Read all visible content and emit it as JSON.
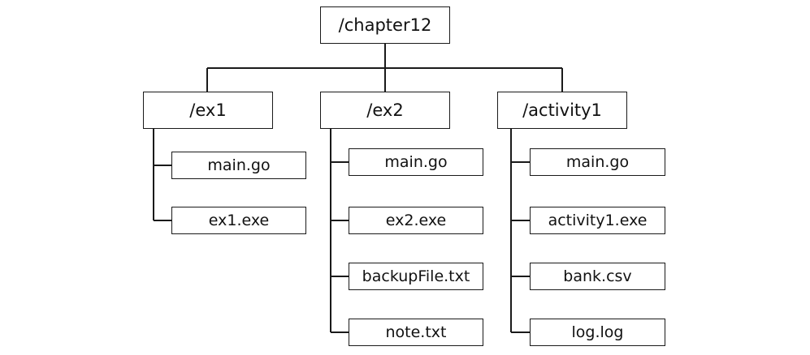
{
  "root": {
    "label": "/chapter12"
  },
  "folders": [
    {
      "label": "/ex1",
      "files": [
        "main.go",
        "ex1.exe"
      ]
    },
    {
      "label": "/ex2",
      "files": [
        "main.go",
        "ex2.exe",
        "backupFile.txt",
        "note.txt"
      ]
    },
    {
      "label": "/activity1",
      "files": [
        "main.go",
        "activity1.exe",
        "bank.csv",
        "log.log"
      ]
    }
  ]
}
